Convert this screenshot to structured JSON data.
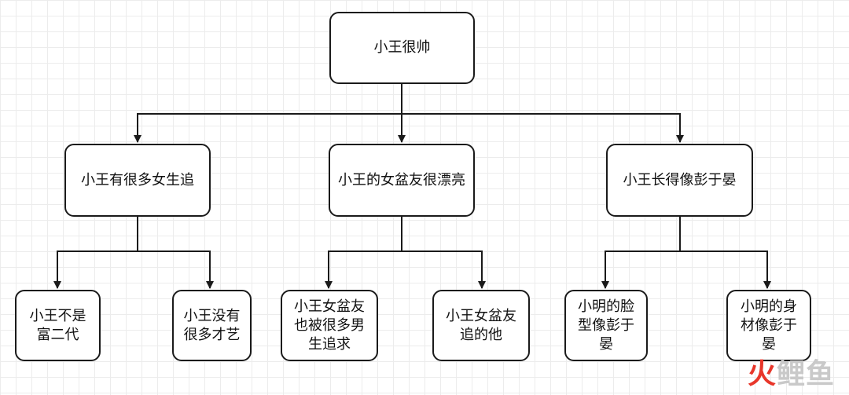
{
  "diagram": {
    "root": "小王很帅",
    "level1": [
      "小王有很多女生追",
      "小王的女盆友很漂亮",
      "小王长得像彭于晏"
    ],
    "level2": [
      "小王不是富二代",
      "小王没有很多才艺",
      "小王女盆友也被很多男生追求",
      "小王女盆友追的他",
      "小明的脸型像彭于晏",
      "小明的身材像彭于晏"
    ]
  },
  "watermark": {
    "text_a": "火",
    "text_b": "鲤鱼"
  },
  "colors": {
    "accent": "#e8362a",
    "watermark": "#c9c9c9",
    "stroke": "#1a1a1a"
  }
}
